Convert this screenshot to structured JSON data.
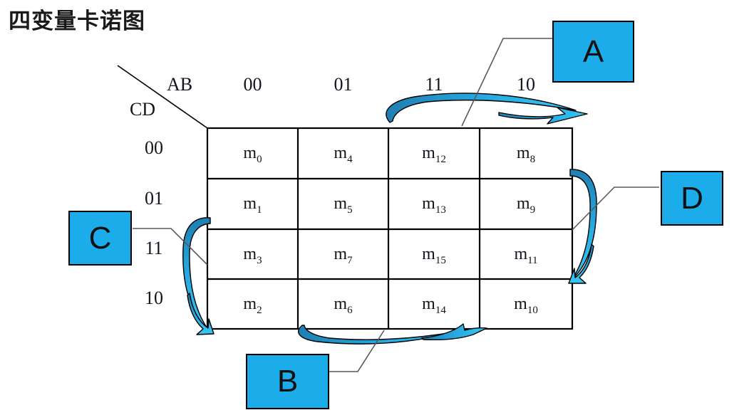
{
  "title": "四变量卡诺图",
  "map": {
    "col_var": "AB",
    "row_var": "CD",
    "col_headers": [
      "00",
      "01",
      "11",
      "10"
    ],
    "row_headers": [
      "00",
      "01",
      "11",
      "10"
    ],
    "rows": [
      [
        {
          "base": "m",
          "sub": "0"
        },
        {
          "base": "m",
          "sub": "4"
        },
        {
          "base": "m",
          "sub": "12"
        },
        {
          "base": "m",
          "sub": "8"
        }
      ],
      [
        {
          "base": "m",
          "sub": "1"
        },
        {
          "base": "m",
          "sub": "5"
        },
        {
          "base": "m",
          "sub": "13"
        },
        {
          "base": "m",
          "sub": "9"
        }
      ],
      [
        {
          "base": "m",
          "sub": "3"
        },
        {
          "base": "m",
          "sub": "7"
        },
        {
          "base": "m",
          "sub": "15"
        },
        {
          "base": "m",
          "sub": "11"
        }
      ],
      [
        {
          "base": "m",
          "sub": "2"
        },
        {
          "base": "m",
          "sub": "6"
        },
        {
          "base": "m",
          "sub": "14"
        },
        {
          "base": "m",
          "sub": "10"
        }
      ]
    ]
  },
  "callouts": {
    "a": "A",
    "b": "B",
    "c": "C",
    "d": "D"
  },
  "colors": {
    "accent": "#1BACE9",
    "arrow_dark": "#1F7FB2",
    "arrow_mid": "#27A8DF",
    "arrow_light": "#35C8F2",
    "line": "#000000",
    "leader": "#595959"
  }
}
